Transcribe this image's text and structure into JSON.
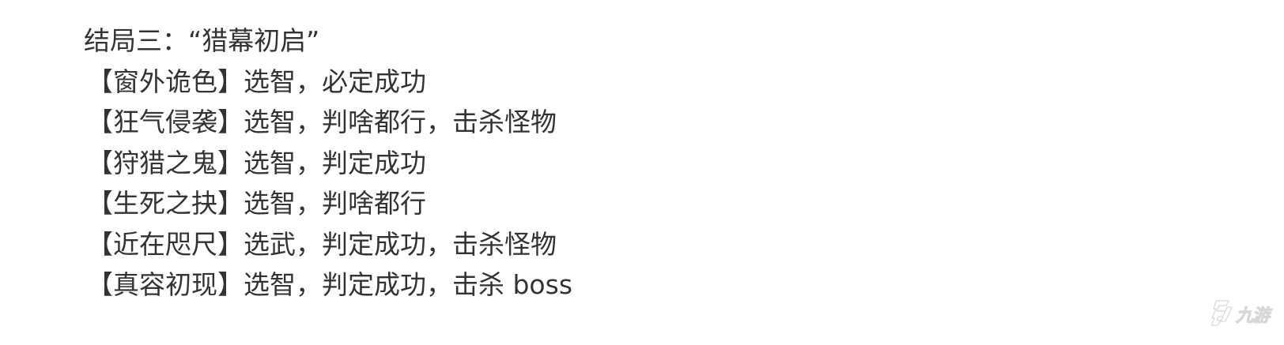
{
  "document": {
    "title": "结局三：“猎幕初启”",
    "items": [
      {
        "bracket": "【窗外诡色】",
        "text": "选智，必定成功"
      },
      {
        "bracket": "【狂气侵袭】",
        "text": "选智，判啥都行，击杀怪物"
      },
      {
        "bracket": "【狩猎之鬼】",
        "text": "选智，判定成功"
      },
      {
        "bracket": "【生死之抉】",
        "text": "选智，判啥都行"
      },
      {
        "bracket": "【近在咫尺】",
        "text": "选武，判定成功，击杀怪物"
      },
      {
        "bracket": "【真容初现】",
        "text": "选智，判定成功，击杀 boss"
      }
    ]
  },
  "watermark": {
    "icon": "jiuyou-logo-icon",
    "text": "九游"
  },
  "colors": {
    "text": "#333333",
    "background": "#ffffff",
    "watermark": "#b8b8b8"
  }
}
